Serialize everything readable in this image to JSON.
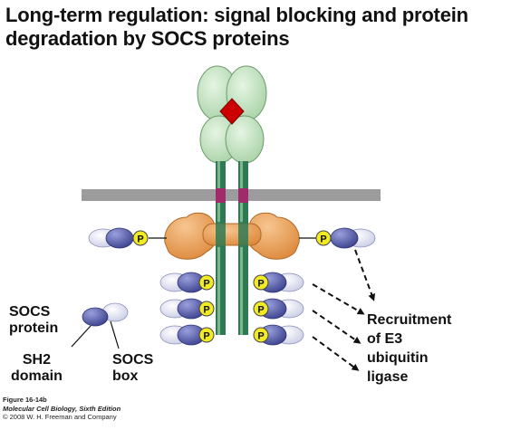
{
  "title": {
    "line1": "Long-term regulation: signal blocking and protein",
    "line2": "degradation by SOCS proteins"
  },
  "labels": {
    "socs_protein_1": "SOCS",
    "socs_protein_2": "protein",
    "sh2_1": "SH2",
    "sh2_2": "domain",
    "socs_box_1": "SOCS",
    "socs_box_2": "box",
    "recruitment_1": "Recruitment",
    "recruitment_2": "of E3",
    "recruitment_3": "ubiquitin",
    "recruitment_4": "ligase",
    "phospho": "P"
  },
  "caption": {
    "figure": "Figure 16-14b",
    "book": "Molecular Cell Biology, Sixth Edition",
    "copyright": "© 2008 W. H. Freeman and Company"
  },
  "colors": {
    "hormone": "#cc0000",
    "receptor_ecd": "#c8e6c5",
    "receptor_stalk": "#2e7a52",
    "membrane": "#9c9c9c",
    "jak": "#f0a055",
    "sh2_domain": "#5b62b0",
    "socs_box": "#e4e6f4",
    "phospho": "#f2ea22"
  }
}
